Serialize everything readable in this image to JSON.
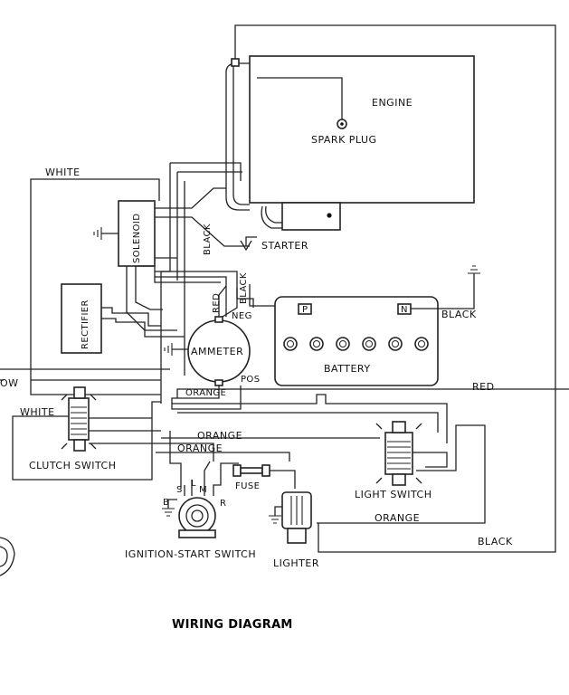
{
  "title": "WIRING DIAGRAM",
  "components": {
    "engine": "ENGINE",
    "spark_plug": "SPARK PLUG",
    "starter": "STARTER",
    "solenoid": "SOLENOID",
    "rectifier": "RECTIFIER",
    "ammeter": "AMMETER",
    "ammeter_neg": "NEG",
    "ammeter_pos": "POS",
    "battery": "BATTERY",
    "battery_p": "P",
    "battery_n": "N",
    "clutch_switch": "CLUTCH SWITCH",
    "light_switch": "LIGHT SWITCH",
    "ignition_switch": "IGNITION-START SWITCH",
    "fuse": "FUSE",
    "lighter": "LIGHTER",
    "terminal_b": "B",
    "terminal_s": "S",
    "terminal_l": "L",
    "terminal_m": "M",
    "terminal_r": "R"
  },
  "wire_labels": {
    "white_top": "WHITE",
    "white_clutch": "WHITE",
    "black_solenoid": "BLACK",
    "black_ammeter": "BLACK",
    "black_battery": "BLACK",
    "black_bottom": "BLACK",
    "red_ammeter": "RED",
    "red_right": "RED",
    "orange_ammeter": "ORANGE",
    "orange_1": "ORANGE",
    "orange_2": "ORANGE",
    "orange_3": "ORANGE",
    "left_cut": "OW"
  }
}
